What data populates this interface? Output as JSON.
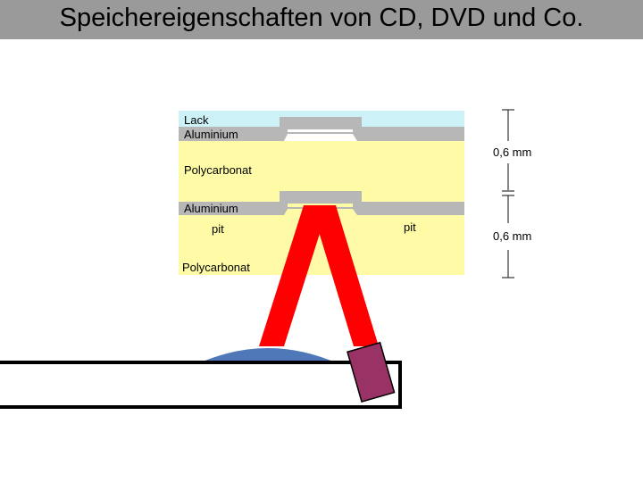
{
  "title": "Speichereigenschaften von CD, DVD und Co.",
  "labels": {
    "lack": "Lack",
    "aluminium_top": "Aluminium",
    "polycarbonat_upper": "Polycarbonat",
    "aluminium_bottom": "Aluminium",
    "pit_left": "pit",
    "pit_right": "pit",
    "polycarbonat_lower": "Polycarbonat",
    "thickness_upper": "0,6 mm",
    "thickness_lower": "0,6 mm"
  },
  "colors": {
    "title_background": "#9a9a9a",
    "lacquer": "#ccf2f7",
    "aluminium": "#b7b7b7",
    "polycarbonate": "#fffaa5",
    "laser_beam": "#ff0000",
    "lens": "#4f78b8",
    "laser_diode": "#993366",
    "dimension_lines": "#333333"
  }
}
